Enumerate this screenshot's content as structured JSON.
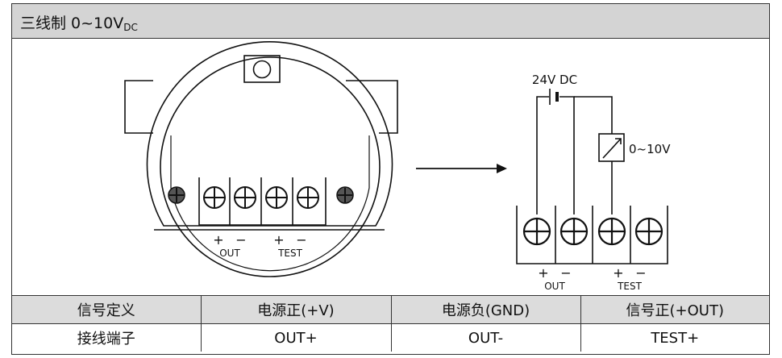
{
  "title": {
    "main": "三线制 0~10V",
    "sub": "DC"
  },
  "diagram": {
    "housing_labels": {
      "plus1": "+",
      "minus1": "−",
      "out": "OUT",
      "plus2": "+",
      "minus2": "−",
      "test": "TEST"
    },
    "circuit_labels": {
      "supply": "24V DC",
      "meter": "0~10V",
      "plus1": "+",
      "minus1": "−",
      "out": "OUT",
      "plus2": "+",
      "minus2": "−",
      "test": "TEST"
    }
  },
  "table": {
    "header": [
      "信号定义",
      "电源正(+V)",
      "电源负(GND)",
      "信号正(+OUT)"
    ],
    "row": [
      "接线端子",
      "OUT+",
      "OUT-",
      "TEST+"
    ]
  }
}
